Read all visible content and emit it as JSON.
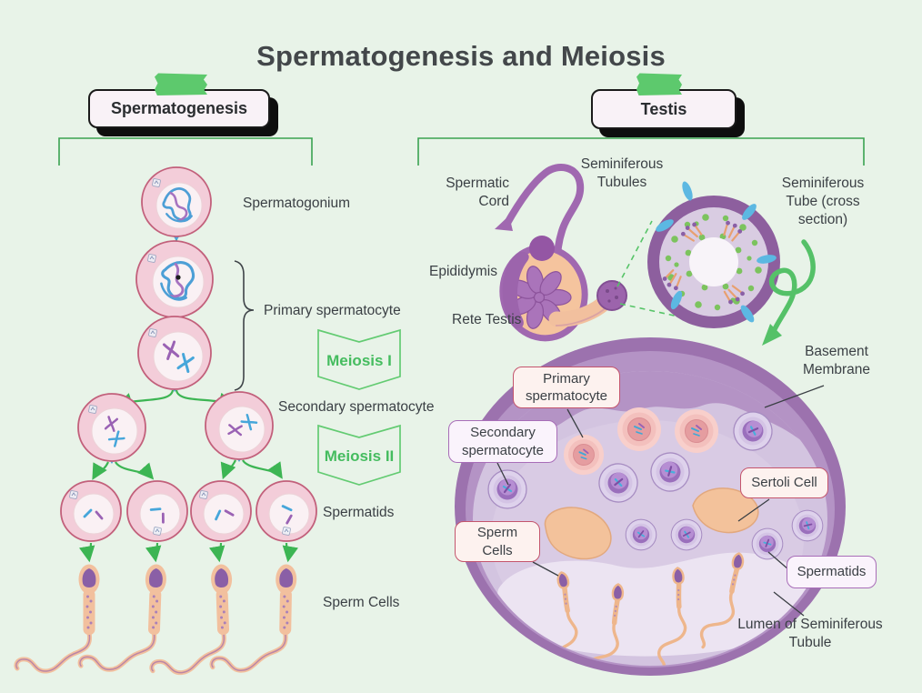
{
  "title": "Spermatogenesis and Meiosis",
  "left": {
    "header": "Spermatogenesis",
    "labels": {
      "spermatogonium": "Spermatogonium",
      "primary_spermatocyte": "Primary spermatocyte",
      "secondary_spermatocyte": "Secondary spermatocyte",
      "spermatids": "Spermatids",
      "sperm_cells": "Sperm Cells"
    },
    "meiosis_i": "Meiosis I",
    "meiosis_ii": "Meiosis II"
  },
  "right": {
    "header": "Testis",
    "anatomy": {
      "spermatic_cord": "Spermatic Cord",
      "seminiferous_tubules": "Seminiferous Tubules",
      "epididymis": "Epididymis",
      "rete_testis": "Rete Testis",
      "cross_section": "Seminiferous Tube (cross section)"
    },
    "tubule": {
      "basement_membrane": "Basement Membrane",
      "primary_spermatocyte": "Primary spermatocyte",
      "secondary_spermatocyte": "Secondary spermatocyte",
      "sertoli_cell": "Sertoli Cell",
      "sperm_cells": "Sperm Cells",
      "spermatids": "Spermatids",
      "lumen": "Lumen of Seminiferous Tubule"
    }
  },
  "colors": {
    "background": "#e8f3e8",
    "title_text": "#43474a",
    "label_text": "#3b4045",
    "green_accent": "#4cbd5e",
    "tape_green": "#5dc96d",
    "cell_pink": "#f3cdd9",
    "cell_border": "#c2607b",
    "organ_purple": "#9c64ac",
    "peach": "#f2c09e",
    "blue_chromosome": "#4d9fd6",
    "purple_chromosome": "#a673c0",
    "callout_pink_border": "#c4556d",
    "callout_purple_border": "#a86db8"
  }
}
